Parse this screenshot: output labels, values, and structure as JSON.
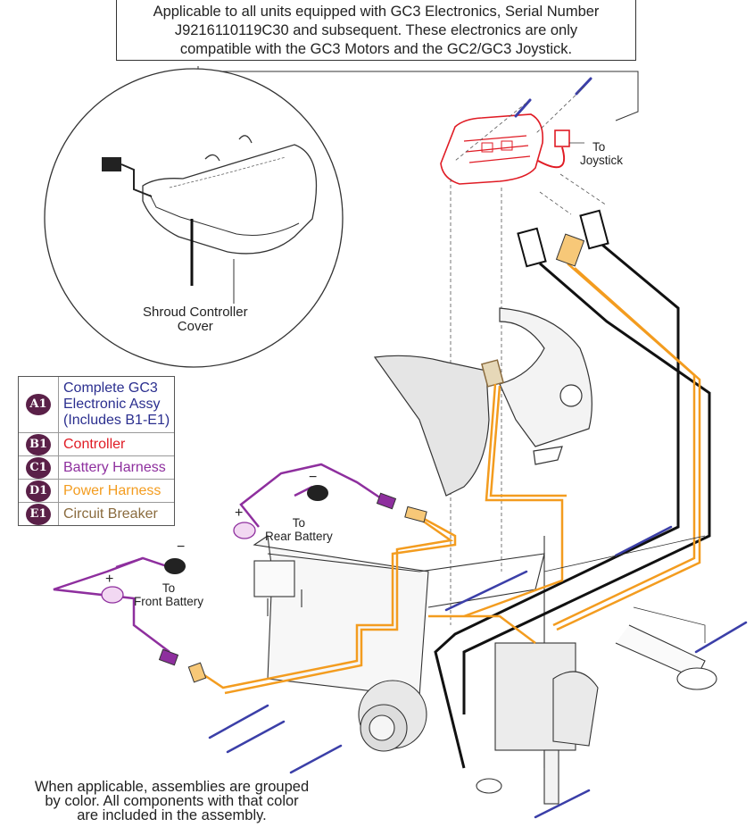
{
  "header_note": {
    "line1": "Applicable to all units equipped with GC3 Electronics, Serial Number",
    "line2": "J9216110119C30 and subsequent. These electronics are only",
    "line3": "compatible with the GC3 Motors and the GC2/GC3 Joystick."
  },
  "legend": [
    {
      "badge": "A1",
      "label_lines": [
        "Complete GC3",
        "Electronic Assy",
        "(Includes B1-E1)"
      ],
      "color": "#2b2f8f"
    },
    {
      "badge": "B1",
      "label_lines": [
        "Controller"
      ],
      "color": "#e01b24"
    },
    {
      "badge": "C1",
      "label_lines": [
        "Battery Harness"
      ],
      "color": "#8e2f9e"
    },
    {
      "badge": "D1",
      "label_lines": [
        "Power Harness"
      ],
      "color": "#f39c1f"
    },
    {
      "badge": "E1",
      "label_lines": [
        "Circuit Breaker"
      ],
      "color": "#8a6b3e"
    }
  ],
  "callouts": {
    "joystick": [
      "To",
      "Joystick"
    ],
    "shroud": [
      "Shroud Controller",
      "Cover"
    ],
    "rear_battery": [
      "To",
      "Rear Battery"
    ],
    "front_battery": [
      "To",
      "Front Battery"
    ],
    "plus": "+",
    "minus": "−"
  },
  "footer_note": {
    "line1": "When applicable, assemblies are grouped",
    "line2": "by color. All components with that color",
    "line3": "are included in the assembly."
  },
  "colors": {
    "controller": "#e01b24",
    "battery_harness": "#8e2f9e",
    "power_harness": "#f39c1f",
    "breaker": "#8a6b3e",
    "tie": "#3b3fa8",
    "badge": "#5a2048"
  }
}
